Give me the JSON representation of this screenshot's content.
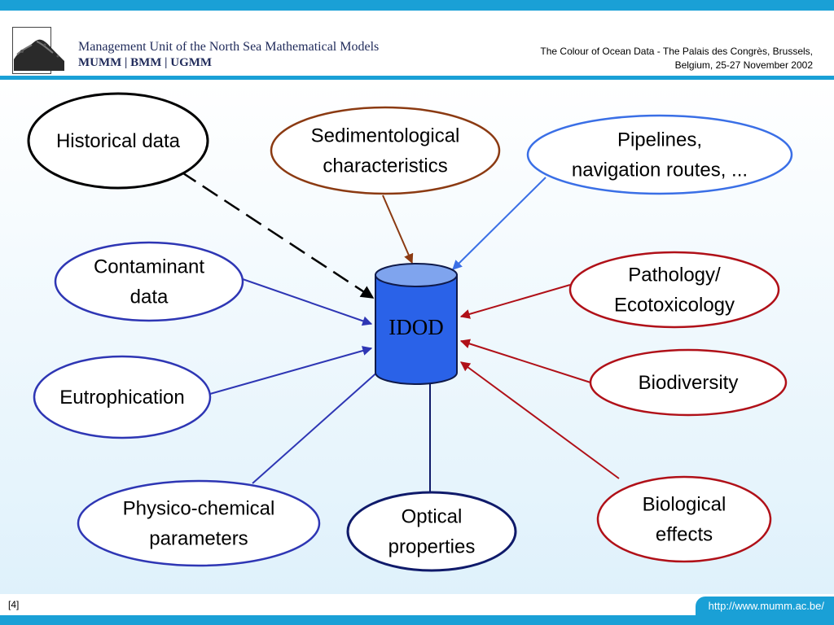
{
  "header": {
    "org_name": "Management Unit of the North Sea Mathematical Models",
    "org_abbrev": "MUMM | BMM | UGMM",
    "conference_line1": "The Colour of Ocean Data - The Palais des Congrès, Brussels,",
    "conference_line2": "Belgium, 25-27 November 2002"
  },
  "logo": {
    "icon": "mumm-logo-icon"
  },
  "diagram": {
    "center": {
      "label": "IDOD",
      "color": "#2a62e8"
    },
    "nodes": [
      {
        "id": "historical-data",
        "lines": [
          "Historical data"
        ],
        "color": "#000000",
        "edge": "dashed"
      },
      {
        "id": "sedimentological",
        "lines": [
          "Sedimentological",
          "characteristics"
        ],
        "color": "#8b3a12",
        "edge": "solid"
      },
      {
        "id": "pipelines",
        "lines": [
          "Pipelines,",
          "navigation routes, ..."
        ],
        "color": "#3a6fe6",
        "edge": "solid"
      },
      {
        "id": "contaminant",
        "lines": [
          "Contaminant",
          "data"
        ],
        "color": "#2e36b4",
        "edge": "solid"
      },
      {
        "id": "pathology",
        "lines": [
          "Pathology/",
          "Ecotoxicology"
        ],
        "color": "#b01018",
        "edge": "solid"
      },
      {
        "id": "biodiversity",
        "lines": [
          "Biodiversity"
        ],
        "color": "#b01018",
        "edge": "solid"
      },
      {
        "id": "eutrophication",
        "lines": [
          "Eutrophication"
        ],
        "color": "#2e36b4",
        "edge": "solid"
      },
      {
        "id": "physico-chemical",
        "lines": [
          "Physico-chemical",
          "parameters"
        ],
        "color": "#2e36b4",
        "edge": "solid"
      },
      {
        "id": "optical",
        "lines": [
          "Optical",
          "properties"
        ],
        "color": "#0f1a6a",
        "edge": "solid"
      },
      {
        "id": "biological-effects",
        "lines": [
          "Biological",
          "effects"
        ],
        "color": "#b01018",
        "edge": "solid"
      }
    ]
  },
  "footer": {
    "page_number": "[4]",
    "url": "http://www.mumm.ac.be/"
  }
}
